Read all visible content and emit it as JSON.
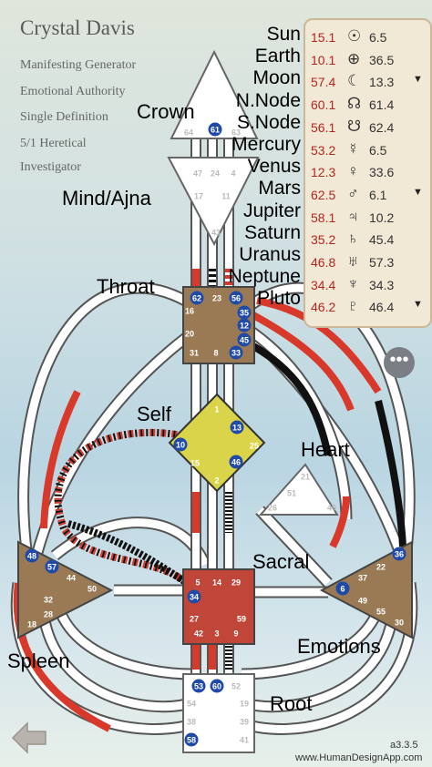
{
  "profile": {
    "name": "Crystal Davis",
    "lines": [
      "Manifesting Generator",
      "Emotional Authority",
      "Single Definition",
      "5/1 Heretical",
      "Investigator"
    ]
  },
  "centers": {
    "crown": "Crown",
    "ajna": "Mind/Ajna",
    "throat": "Throat",
    "self": "Self",
    "heart": "Heart",
    "sacral": "Sacral",
    "spleen": "Spleen",
    "emotions": "Emotions",
    "root": "Root"
  },
  "planets": [
    {
      "name": "Sun",
      "red": "15.1",
      "glyph": "☉",
      "black": "6.5",
      "arrow": ""
    },
    {
      "name": "Earth",
      "red": "10.1",
      "glyph": "⊕",
      "black": "36.5",
      "arrow": ""
    },
    {
      "name": "Moon",
      "red": "57.4",
      "glyph": "☾",
      "black": "13.3",
      "arrow": "▼"
    },
    {
      "name": "N.Node",
      "red": "60.1",
      "glyph": "☊",
      "black": "61.4",
      "arrow": ""
    },
    {
      "name": "S.Node",
      "red": "56.1",
      "glyph": "☋",
      "black": "62.4",
      "arrow": ""
    },
    {
      "name": "Mercury",
      "red": "53.2",
      "glyph": "☿",
      "black": "6.5",
      "arrow": ""
    },
    {
      "name": "Venus",
      "red": "12.3",
      "glyph": "♀",
      "black": "33.6",
      "arrow": ""
    },
    {
      "name": "Mars",
      "red": "62.5",
      "glyph": "♂",
      "black": "6.1",
      "arrow": "▼"
    },
    {
      "name": "Jupiter",
      "red": "58.1",
      "glyph": "♃",
      "black": "10.2",
      "arrow": ""
    },
    {
      "name": "Saturn",
      "red": "35.2",
      "glyph": "♄",
      "black": "45.4",
      "arrow": ""
    },
    {
      "name": "Uranus",
      "red": "46.8",
      "glyph": "♅",
      "black": "57.3",
      "arrow": ""
    },
    {
      "name": "Neptune",
      "red": "34.4",
      "glyph": "♆",
      "black": "34.3",
      "arrow": ""
    },
    {
      "name": "Pluto",
      "red": "46.2",
      "glyph": "♇",
      "black": "46.4",
      "arrow": "▼"
    }
  ],
  "gates": {
    "crown": [
      "64",
      "61",
      "63"
    ],
    "ajna": [
      "47",
      "24",
      "4",
      "17",
      "11",
      "43"
    ],
    "throat": [
      "62",
      "23",
      "56",
      "16",
      "35",
      "12",
      "20",
      "45",
      "31",
      "8",
      "33"
    ],
    "self": [
      "1",
      "13",
      "10",
      "25",
      "15",
      "46",
      "2"
    ],
    "heart": [
      "21",
      "51",
      "26",
      "40"
    ],
    "sacral": [
      "5",
      "14",
      "29",
      "34",
      "27",
      "59",
      "42",
      "3",
      "9"
    ],
    "spleen": [
      "48",
      "57",
      "44",
      "50",
      "32",
      "28",
      "18"
    ],
    "emotions": [
      "36",
      "22",
      "37",
      "6",
      "49",
      "55",
      "30"
    ],
    "root": [
      "53",
      "60",
      "52",
      "54",
      "19",
      "38",
      "39",
      "58",
      "41"
    ]
  },
  "menu_label": "•••",
  "footer": {
    "version": "a3.3.5",
    "site": "www.HumanDesignApp.com"
  },
  "colors": {
    "center_brown": "#9a7a55",
    "self_yellow": "#d9d44a",
    "sacral_red": "#c0463a",
    "channel_red": "#d8392b",
    "channel_black": "#111111",
    "gate_circle": "#1f4aa8"
  }
}
